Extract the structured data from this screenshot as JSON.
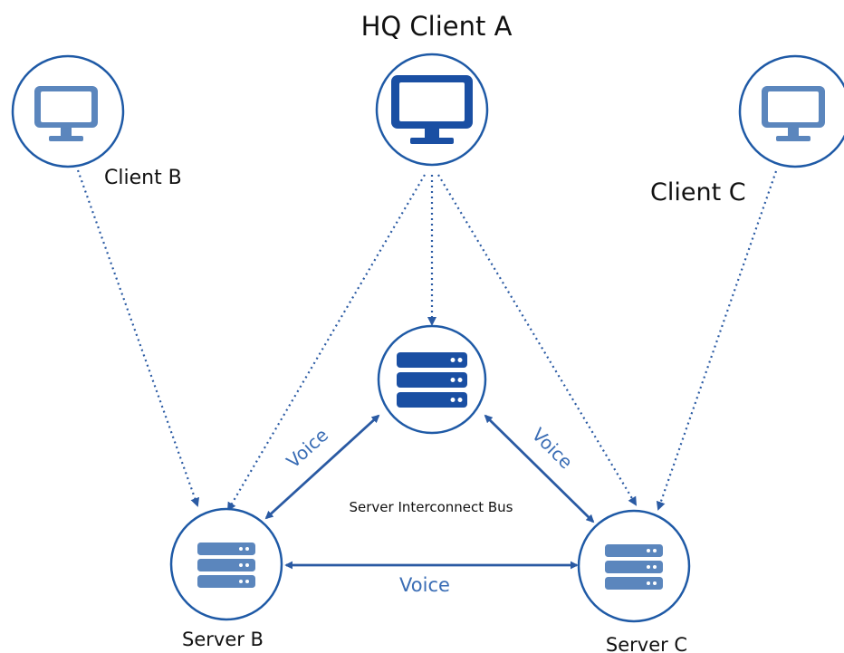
{
  "labels": {
    "hq_client_a": "HQ Client A",
    "client_b": "Client B",
    "client_c": "Client C",
    "server_b": "Server B",
    "server_c": "Server C",
    "bus": "Server Interconnect Bus",
    "voice_left": "Voice",
    "voice_right": "Voice",
    "voice_bottom": "Voice"
  },
  "icons": {
    "hq_client_a": "monitor-icon",
    "client_b": "monitor-icon",
    "client_c": "monitor-icon",
    "central_server": "server-stack-icon",
    "server_b": "server-stack-icon",
    "server_c": "server-stack-icon"
  },
  "colors": {
    "node_stroke": "#1f5aa6",
    "hq_icon": "#1a4fa3",
    "client_icon": "#5b86bd",
    "central_server_icon": "#1a4fa3",
    "edge_server_icon": "#5b86bd",
    "link": "#2a5aa3",
    "voice_text": "#3a6db5",
    "label_text": "#111111"
  }
}
